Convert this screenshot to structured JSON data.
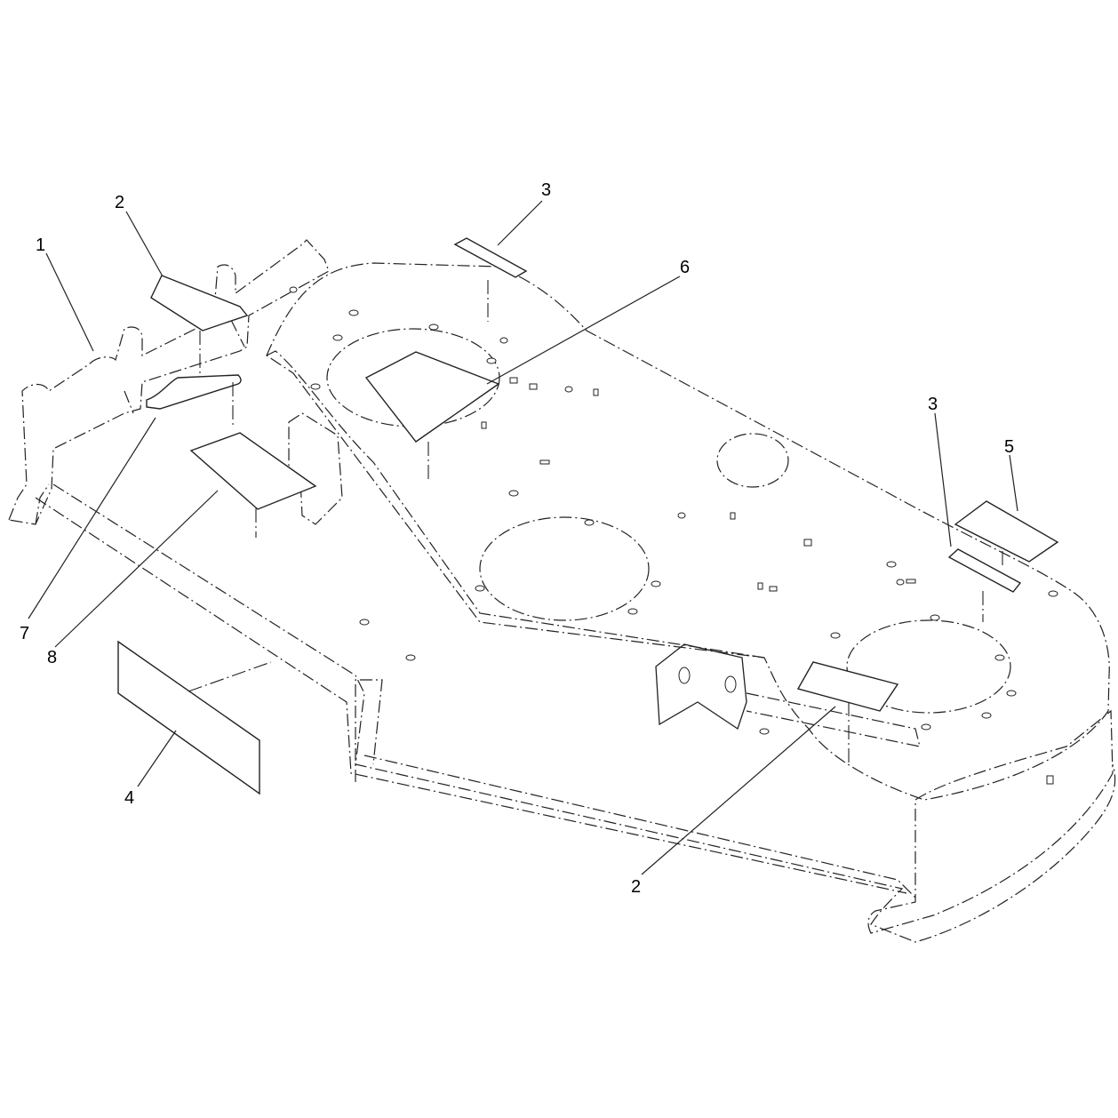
{
  "callouts": [
    {
      "id": "c1",
      "label": "1"
    },
    {
      "id": "c2a",
      "label": "2"
    },
    {
      "id": "c3a",
      "label": "3"
    },
    {
      "id": "c6",
      "label": "6"
    },
    {
      "id": "c3b",
      "label": "3"
    },
    {
      "id": "c5",
      "label": "5"
    },
    {
      "id": "c7",
      "label": "7"
    },
    {
      "id": "c8",
      "label": "8"
    },
    {
      "id": "c4",
      "label": "4"
    },
    {
      "id": "c2b",
      "label": "2"
    }
  ]
}
